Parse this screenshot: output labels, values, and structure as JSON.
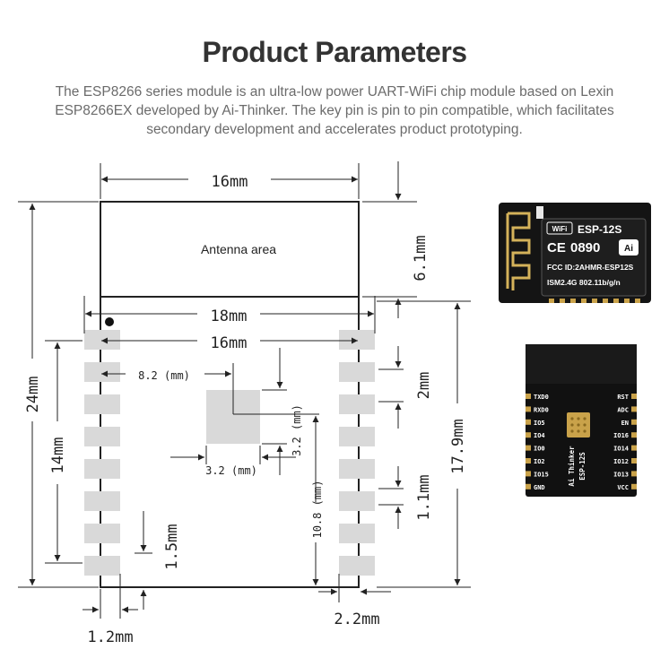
{
  "title": "Product Parameters",
  "description": [
    "The ESP8266 series module is an ultra-low power UART-WiFi chip module based on Lexin",
    "ESP8266EX developed by Ai-Thinker. The key pin is pin to pin compatible, which facilitates",
    "secondary development and accelerates product prototyping."
  ],
  "drawing": {
    "antenna_label": "Antenna area",
    "dims": {
      "w16_top": "16mm",
      "w18": "18mm",
      "w16_inner": "16mm",
      "h6_1": "6.1mm",
      "h24": "24mm",
      "h14": "14mm",
      "h17_9": "17.9mm",
      "pitch_2": "2mm",
      "pad_1_1": "1.1mm",
      "pad_1_5": "1.5mm",
      "pad_1_2": "1.2mm",
      "edge_2_2": "2.2mm",
      "off_8_2": "8.2 (mm)",
      "pad_3_2_h": "3.2 (mm)",
      "pad_3_2_v": "3.2 (mm)",
      "off_10_8": "10.8 (mm)"
    }
  },
  "photo_top": {
    "brand": "ESP-12S",
    "wifi_badge": "WiFi",
    "ce": "CE",
    "ce_number": "0890",
    "fcc": "FCC ID:2AHMR-ESP12S",
    "ism": "ISM2.4G  802.11b/g/n",
    "logo": "Ai"
  },
  "photo_bottom": {
    "left_pins": [
      "TXD0",
      "RXD0",
      "IO5",
      "IO4",
      "IO0",
      "IO2",
      "IO15",
      "GND"
    ],
    "right_pins": [
      "RST",
      "ADC",
      "EN",
      "IO16",
      "IO14",
      "IO12",
      "IO13",
      "VCC"
    ],
    "label_line1": "Ai Thinker",
    "label_line2": "ESP-12S"
  },
  "colors": {
    "line": "#222222",
    "pad": "#d9d9d9",
    "board": "#111111",
    "silk": "#ffffff"
  }
}
